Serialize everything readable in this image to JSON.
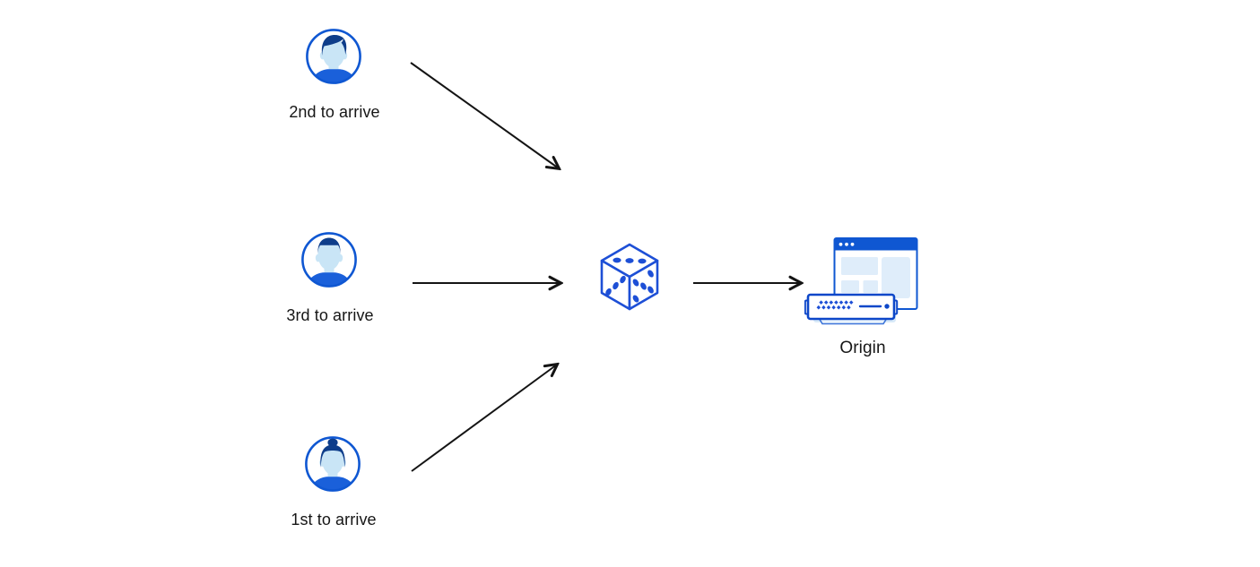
{
  "diagram": {
    "users": [
      {
        "label": "2nd to arrive",
        "icon": "man-swept-hair-avatar-icon"
      },
      {
        "label": "3rd to arrive",
        "icon": "man-short-hair-avatar-icon"
      },
      {
        "label": "1st to arrive",
        "icon": "woman-bun-hair-avatar-icon"
      }
    ],
    "randomizer": {
      "icon": "dice-icon"
    },
    "origin": {
      "label": "Origin",
      "icon": "origin-server-browser-icon"
    },
    "connections": [
      {
        "from": "user-2nd-to-arrive",
        "to": "dice"
      },
      {
        "from": "user-3rd-to-arrive",
        "to": "dice"
      },
      {
        "from": "user-1st-to-arrive",
        "to": "dice"
      },
      {
        "from": "dice",
        "to": "origin"
      }
    ],
    "colors": {
      "primary_blue": "#0f57d2",
      "dice_blue": "#1d4fd6",
      "hair_navy": "#0e3d8a",
      "skin_light_blue": "#c9e5f6",
      "pale_block_blue": "#dfedfa",
      "shadow_blue": "#d7e9f8",
      "arrow_black": "#141414",
      "text": "#161616",
      "background": "#ffffff"
    }
  }
}
